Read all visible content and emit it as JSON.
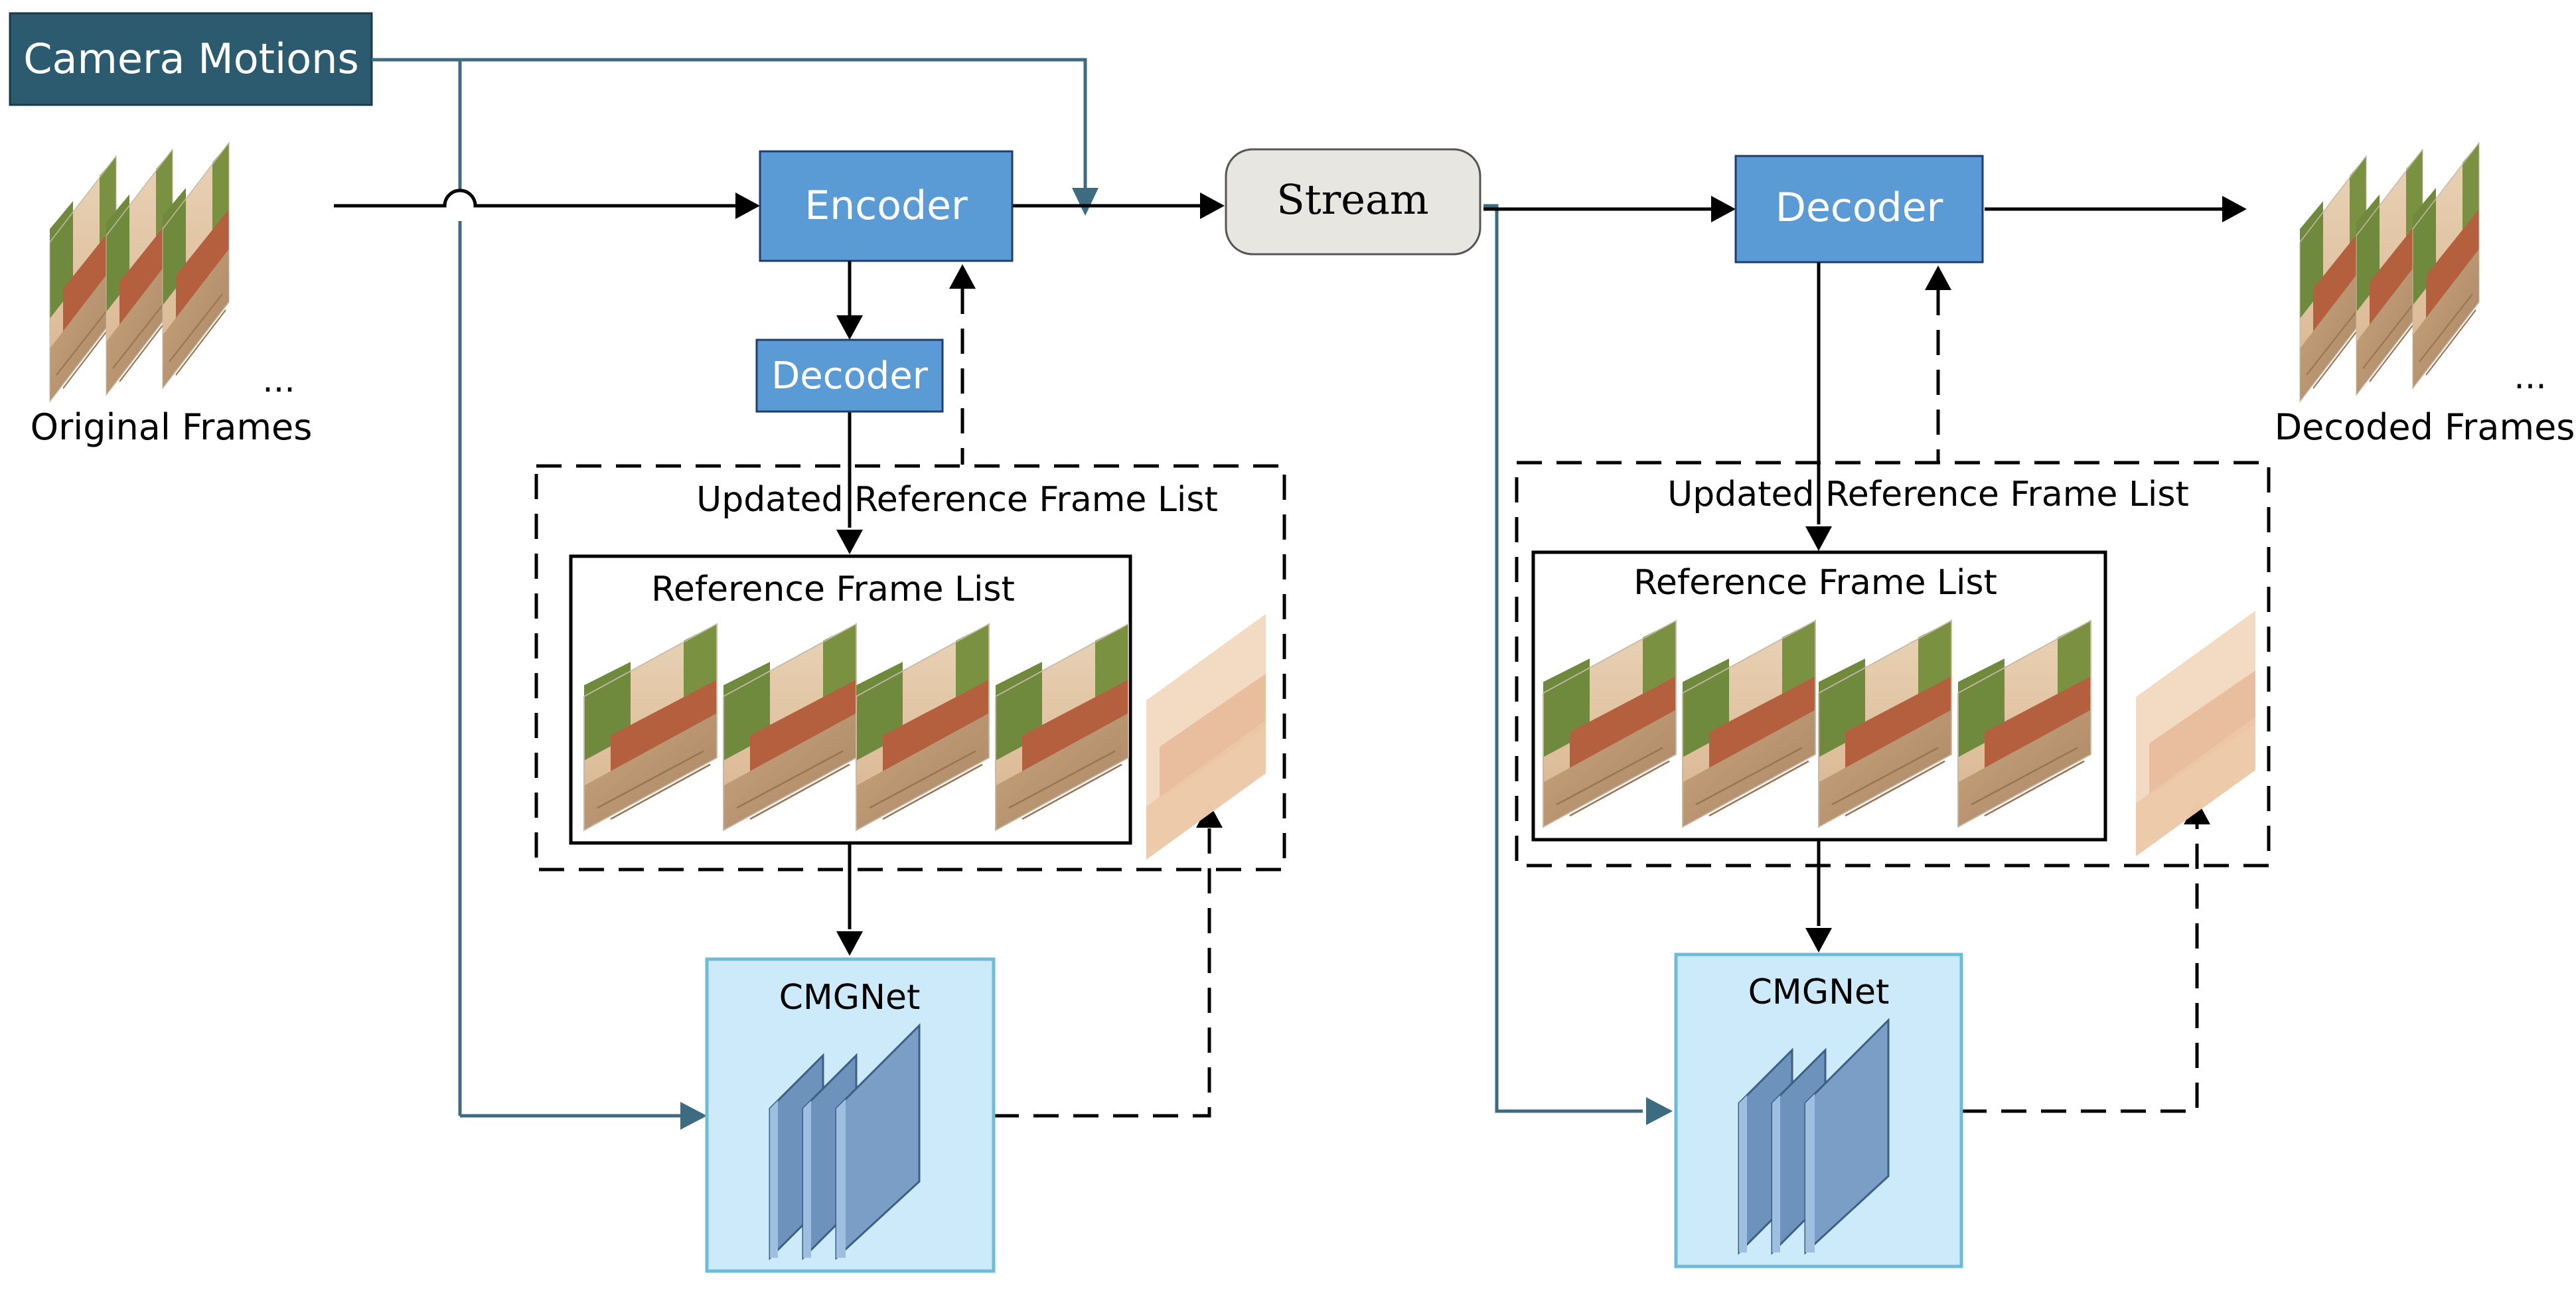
{
  "nodes": {
    "camera_motions": "Camera Motions",
    "encoder": "Encoder",
    "stream": "Stream",
    "decoder_main": "Decoder",
    "decoder_local": "Decoder",
    "cmgnet_enc": "CMGNet",
    "cmgnet_dec": "CMGNet"
  },
  "labels": {
    "original_frames": "Original Frames",
    "decoded_frames": "Decoded Frames",
    "ellipsis": "...",
    "updated_list_enc": "Updated Reference Frame List",
    "updated_list_dec": "Updated Reference Frame List",
    "ref_list_enc": "Reference Frame List",
    "ref_list_dec": "Reference Frame List"
  },
  "colors": {
    "camera_box": "#2c5a6e",
    "codec_box": "#5b9bd5",
    "codec_border": "#1f3e6e",
    "stream_box": "#e8e6e0",
    "cmgnet_box": "#cdeafb",
    "cmgnet_border": "#6cbcd8",
    "layer_fill": "#7fa1c4",
    "teal_line": "#3d6b80"
  },
  "icons": [
    "frame-thumbnail-icon",
    "generated-frame-icon",
    "network-layers-icon"
  ]
}
